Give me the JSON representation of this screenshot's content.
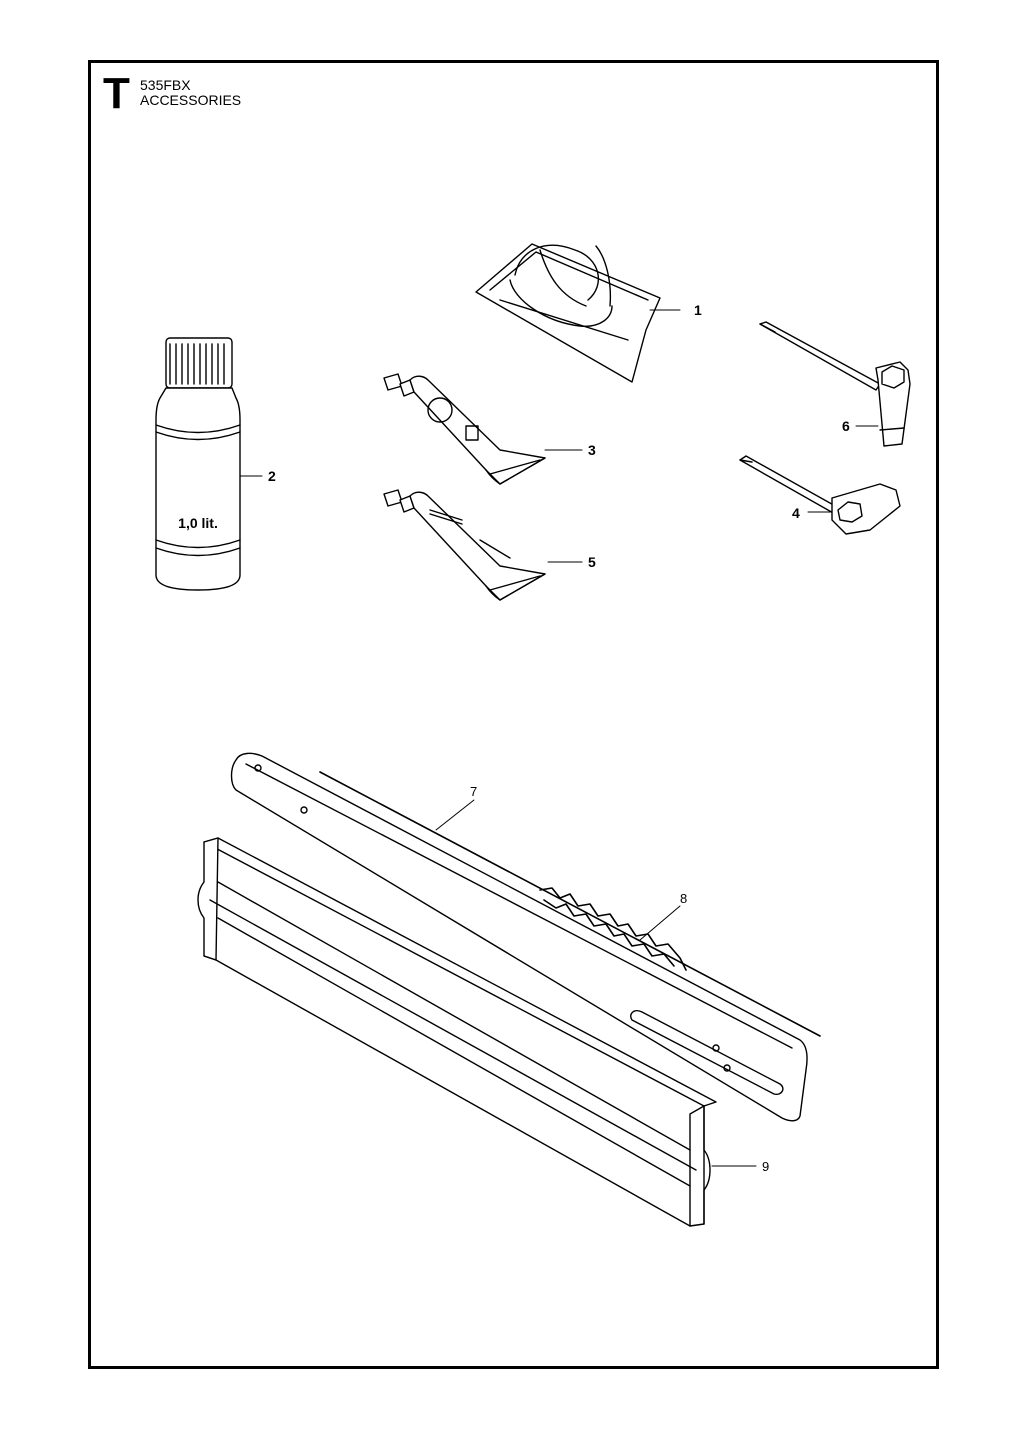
{
  "header": {
    "section_letter": "T",
    "model": "535FBX",
    "title": "ACCESSORIES"
  },
  "bottle_label": "1,0 lit.",
  "callouts": {
    "c1": "1",
    "c2": "2",
    "c3": "3",
    "c4": "4",
    "c5": "5",
    "c6": "6",
    "c7": "7",
    "c8": "8",
    "c9": "9"
  }
}
